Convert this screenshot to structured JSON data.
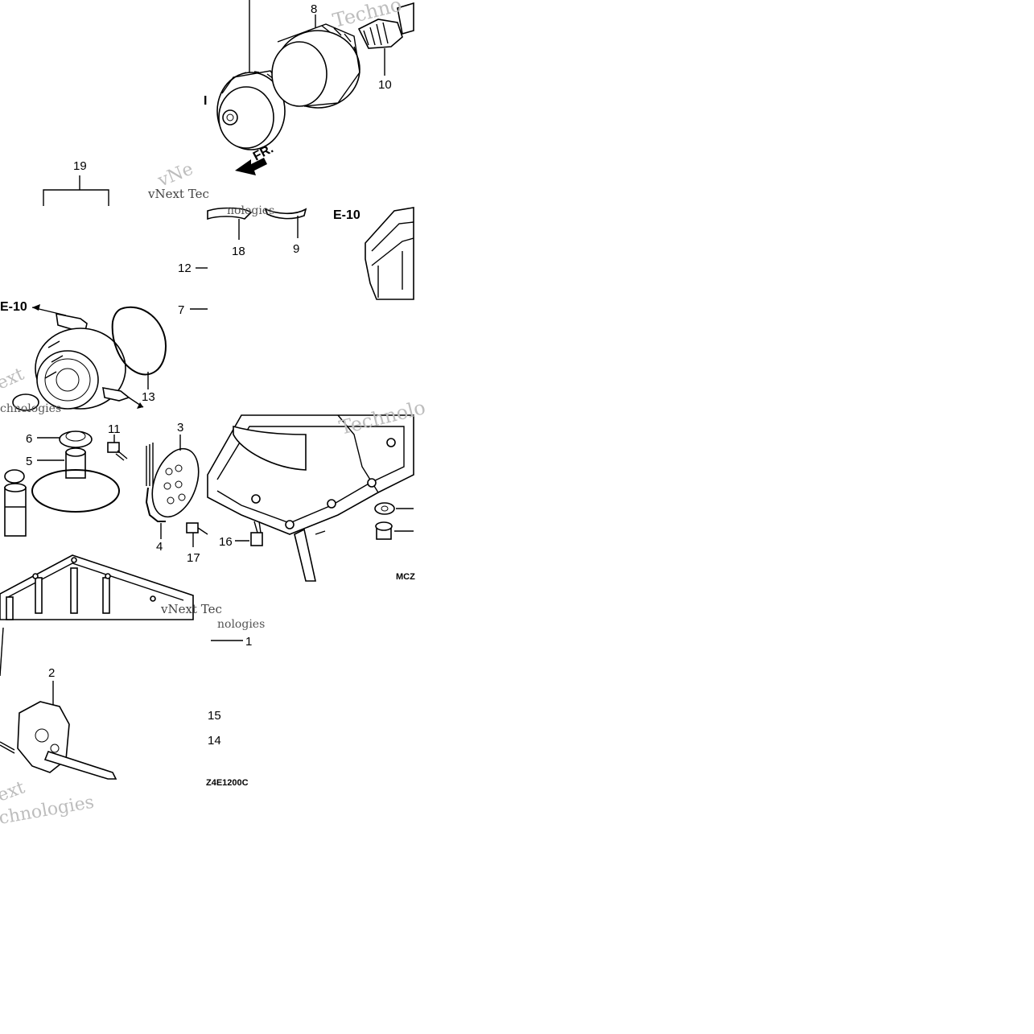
{
  "callouts": {
    "c1": "1",
    "c2": "2",
    "c3": "3",
    "c4": "4",
    "c5": "5",
    "c6": "6",
    "c7": "7",
    "c8": "8",
    "c9": "9",
    "c10": "10",
    "c11": "11",
    "c12": "12",
    "c13": "13",
    "c14": "14",
    "c15": "15",
    "c16": "16",
    "c17": "17",
    "c18": "18",
    "c19": "19"
  },
  "refs": {
    "e10_top": "E-10",
    "e10_left": "E-10",
    "front": "FR."
  },
  "codes": {
    "drawing_code": "MCZ",
    "drawing_code_2": "Z4E1200C"
  },
  "watermarks": {
    "w1": "Techno",
    "w2": "vNext Tec",
    "w3": "vNe",
    "w4": "nologies",
    "w5": "ext",
    "w6": "chnologies",
    "w7": "Technolo",
    "w8": "vNext Tec",
    "w9": "nologies",
    "w10": "ext",
    "w11": "chnologies"
  }
}
